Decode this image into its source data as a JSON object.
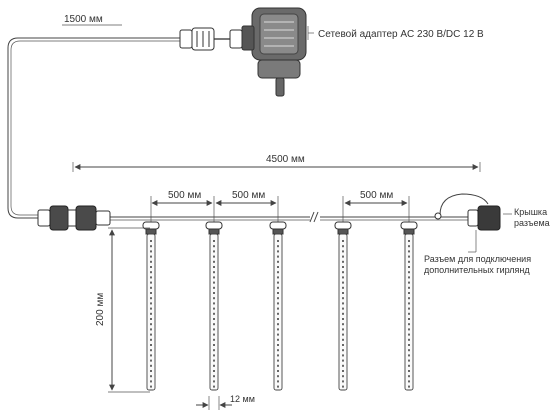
{
  "labels": {
    "input_cable": "1500 мм",
    "adapter": "Сетевой адаптер AC 230 В/DC 12 В",
    "total_length": "4500 мм",
    "spacing_1": "500 мм",
    "spacing_2": "500 мм",
    "spacing_3": "500 мм",
    "cap_line1": "Крышка",
    "cap_line2": "разъема",
    "connector_line1": "Разъем для подключения",
    "connector_line2": "дополнительных гирлянд",
    "tube_height": "200 мм",
    "tube_width": "12 мм"
  },
  "colors": {
    "line": "#444444",
    "text": "#333333",
    "adapter_fill": "#5a5a5a"
  },
  "icons": [
    "power-adapter-icon",
    "plug-connector-icon",
    "end-cap-icon"
  ]
}
